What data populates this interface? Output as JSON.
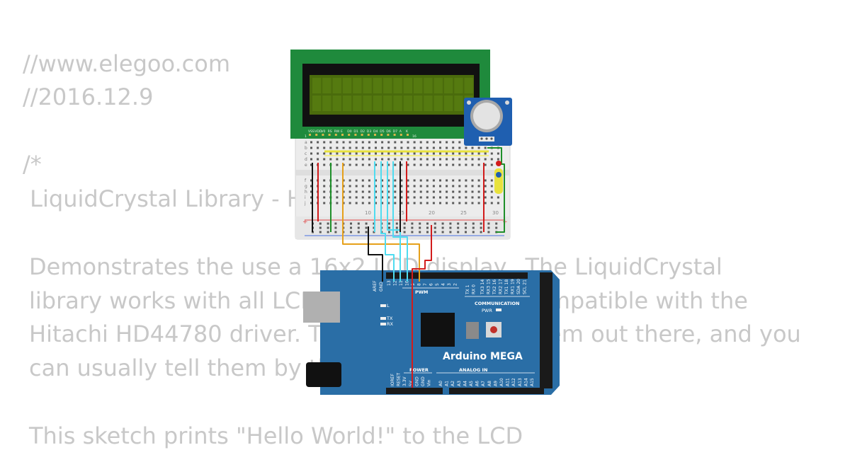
{
  "code": {
    "lines": [
      "//www.elegoo.com",
      "//2016.12.9",
      "/*",
      " LiquidCrystal Library - Hello World",
      "Demonstrates the use a 16x2 LCD display.  The LiquidCrystal",
      "library works with all LCD displays that are compatible with the",
      "Hitachi HD44780 driver. There are many of them out there, and you",
      "can usually tell them by the 16-pin interface.",
      "This sketch prints \"Hello World!\" to the LCD"
    ]
  },
  "lcd": {
    "pin_labels": [
      "VSS",
      "VDD",
      "V0",
      "RS",
      "RW",
      "E",
      "D0",
      "D1",
      "D2",
      "D3",
      "D4",
      "D5",
      "D6",
      "D7",
      "A",
      "K"
    ],
    "pin_first": "1",
    "pin_last": "16"
  },
  "breadboard": {
    "row_letters": [
      "a",
      "b",
      "c",
      "d",
      "e",
      "f",
      "g",
      "h",
      "i",
      "j"
    ],
    "col_numbers": [
      "10",
      "15",
      "20",
      "25",
      "30"
    ],
    "plus": "+"
  },
  "arduino": {
    "name": "Arduino MEGA",
    "labels": {
      "aref": "AREF",
      "gnd": "GND",
      "pwm": "PWM",
      "communication": "COMMUNICATION",
      "pwr": "PWR",
      "l": "L",
      "tx": "TX",
      "rx": "RX",
      "power": "POWER",
      "analog_in": "ANALOG IN"
    },
    "top_digital": [
      "13",
      "12",
      "11",
      "10",
      "9",
      "8",
      "7",
      "6",
      "5",
      "4",
      "3",
      "2"
    ],
    "top_tx_rx": [
      "TX 1",
      "RX 0"
    ],
    "top_comm": [
      "TX3 14",
      "RX3 15",
      "TX2 16",
      "RX2 17",
      "TX1 18",
      "RX1 19",
      "SDA 20",
      "SCL 21"
    ],
    "power_pins": [
      "IOREF",
      "RESET",
      "3.3V",
      "5V",
      "GND",
      "GND",
      "Vin"
    ],
    "analog_pins": [
      "A0",
      "A1",
      "A2",
      "A3",
      "A4",
      "A5",
      "A6",
      "A7",
      "A8",
      "A9",
      "A10",
      "A11",
      "A12",
      "A13",
      "A14",
      "A15"
    ]
  },
  "colors": {
    "code_text": "#c8c8c8",
    "lcd_pcb": "#1f8a3c",
    "lcd_screen": "#4a6b0c",
    "arduino_board": "#2a6ea6",
    "wire_black": "#111111",
    "wire_red": "#d21c1c",
    "wire_green": "#1f8f2a",
    "wire_orange": "#e6a01a",
    "wire_cyan": "#4fdcf0",
    "wire_yellow": "#e8e23c"
  }
}
